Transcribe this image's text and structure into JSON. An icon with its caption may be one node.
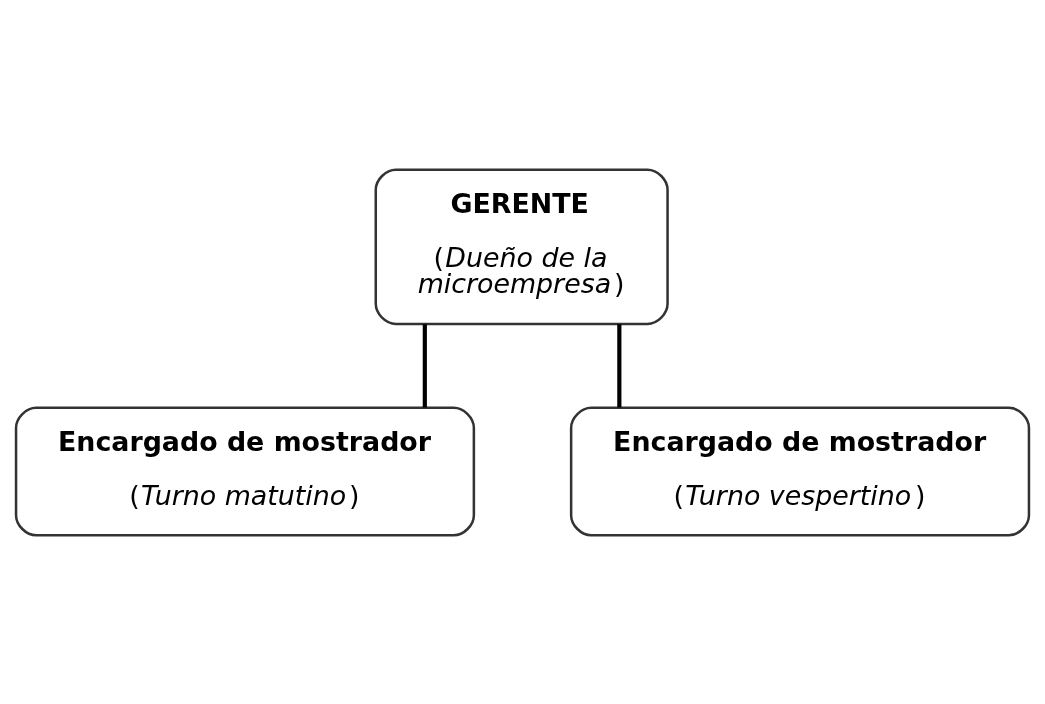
{
  "diagram": {
    "nodes": [
      {
        "text": [
          "GERENTE",
          "(*Dueño de la microempresa*)"
        ]
      },
      {
        "text": [
          "Encargado de mostrador",
          "(*Turno matutino*)"
        ]
      },
      {
        "text": [
          "Encargado de mostrador",
          "(*Turno vespertino*)"
        ]
      }
    ],
    "edges": [
      {
        "from": 0,
        "to": 1,
        "arrow": "none"
      },
      {
        "from": 0,
        "to": 2,
        "arrow": "none"
      }
    ]
  }
}
